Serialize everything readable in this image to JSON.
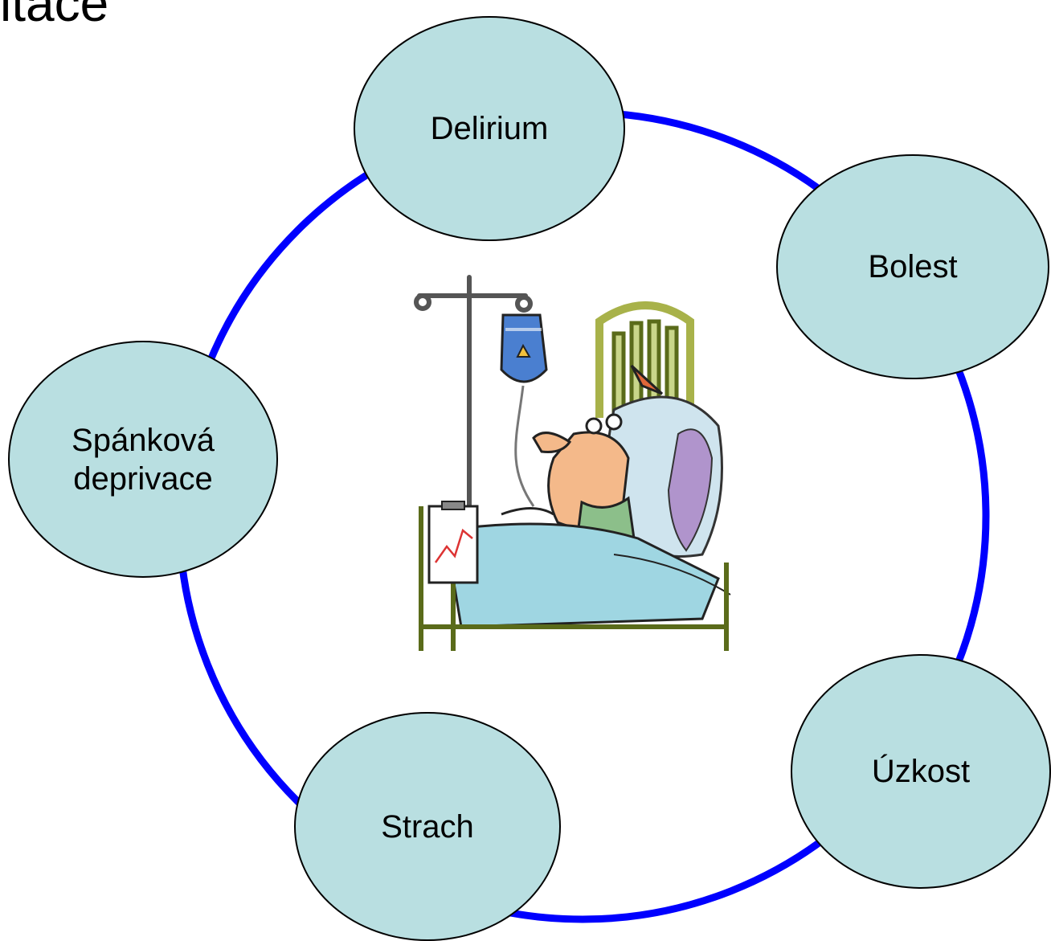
{
  "title_fragment": "itace",
  "cycle": {
    "ring_color": "#0000ff",
    "node_fill": "#b9dfe1",
    "nodes": [
      {
        "id": "delirium",
        "label": "Delirium"
      },
      {
        "id": "bolest",
        "label": "Bolest"
      },
      {
        "id": "uzkost",
        "label": "Úzkost"
      },
      {
        "id": "strach",
        "label": "Strach"
      },
      {
        "id": "spanek",
        "label": "Spánková\ndeprivace"
      }
    ]
  },
  "illustration": {
    "icon": "sick-patient-in-hospital-bed-icon"
  }
}
